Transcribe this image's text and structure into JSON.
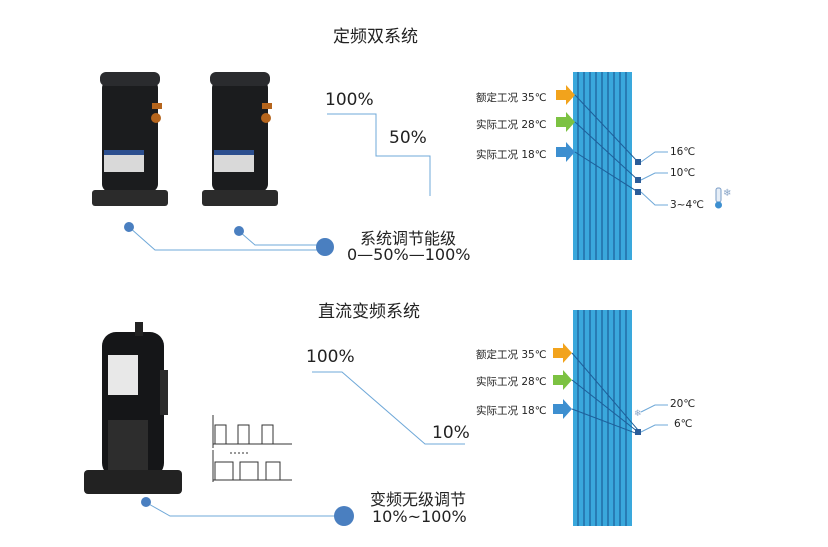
{
  "top": {
    "title": "定频双系统",
    "pct_high": "100%",
    "pct_low": "50%",
    "label": "系统调节能级",
    "range": "0—50%—100%",
    "conditions": [
      "额定工况 35℃",
      "实际工况 28℃",
      "实际工况 18℃"
    ],
    "temps": [
      "16℃",
      "10℃",
      "3~4℃"
    ]
  },
  "bottom": {
    "title": "直流变频系统",
    "pct_high": "100%",
    "pct_low": "10%",
    "label": "变频无级调节",
    "range": "10%~100%",
    "conditions": [
      "额定工况 35℃",
      "实际工况 28℃",
      "实际工况 18℃"
    ],
    "temps": [
      "20℃",
      "6℃"
    ]
  },
  "colors": {
    "arrow_orange": "#f2a31c",
    "arrow_green": "#7cc242",
    "arrow_blue": "#3d8fd0",
    "coil_blue": "#3aa8dc",
    "node_blue": "#4a7fc0",
    "line_blue": "#6fa8d8"
  }
}
